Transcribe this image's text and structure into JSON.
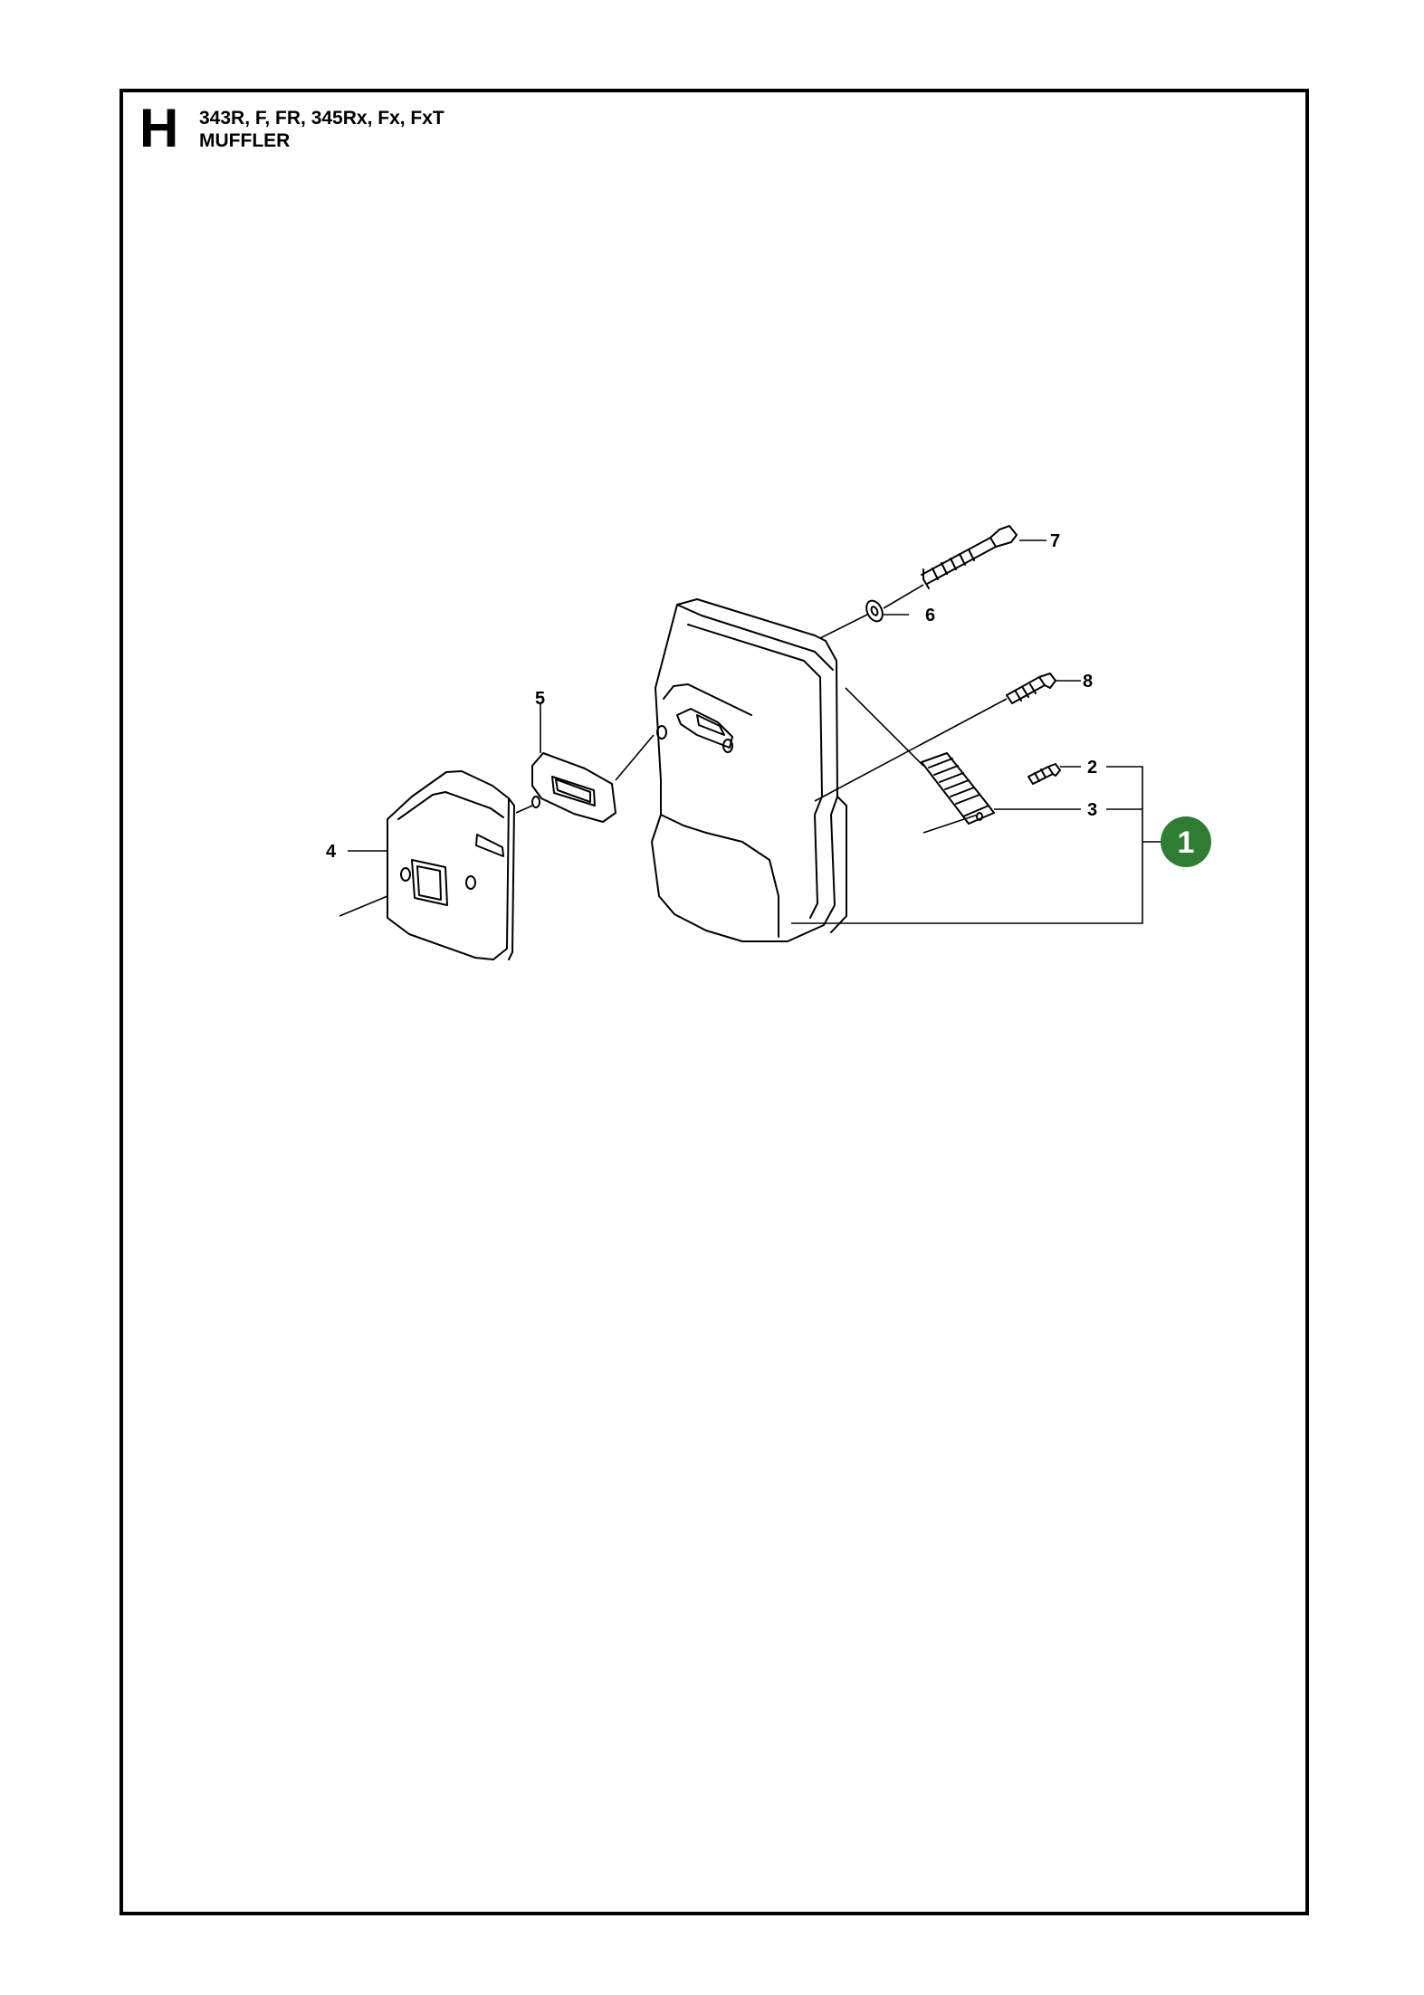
{
  "header": {
    "section_letter": "H",
    "models": "343R, F, FR, 345Rx, Fx, FxT",
    "title": "MUFFLER"
  },
  "callouts": {
    "p1": "1",
    "p2": "2",
    "p3": "3",
    "p4": "4",
    "p5": "5",
    "p6": "6",
    "p7": "7",
    "p8": "8"
  },
  "colors": {
    "badge": "#2e7d32",
    "line": "#000000"
  }
}
